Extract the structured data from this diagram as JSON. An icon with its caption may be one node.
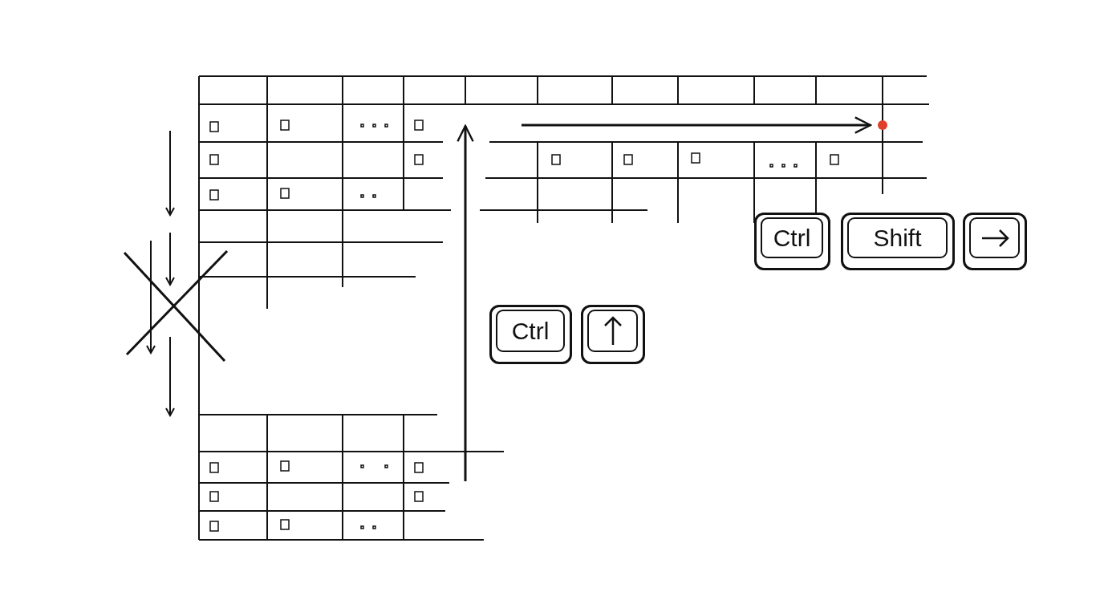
{
  "diagram": {
    "nodes": [
      {
        "text": [
          "Ctrl"
        ]
      },
      {
        "text": [
          "Shift"
        ]
      },
      {
        "text": [],
        "shape": "box"
      },
      {
        "text": [
          "Ctrl"
        ]
      },
      {
        "text": [],
        "shape": "box"
      }
    ]
  }
}
